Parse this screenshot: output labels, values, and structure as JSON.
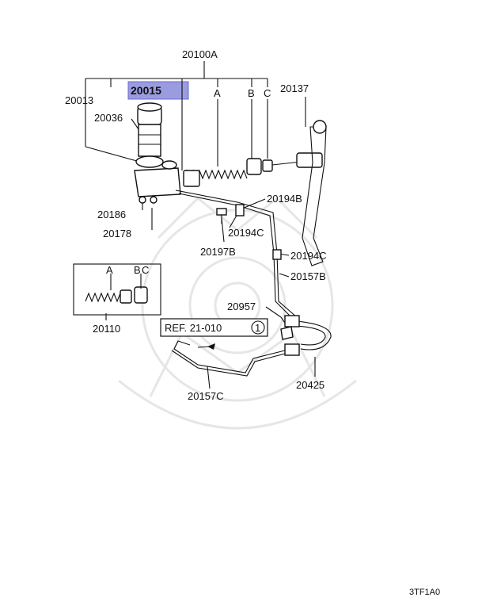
{
  "diagram": {
    "colors": {
      "highlight": "#9b9ce0",
      "ink": "#111111",
      "watermark": "#e6e6e6"
    },
    "labels": {
      "assembly": "20100A",
      "reservoir_cap": "20015",
      "body": "20013",
      "reservoir": "20036",
      "a_top": "A",
      "b_top": "B",
      "c_top": "C",
      "pushrod": "20137",
      "nut": "20186",
      "washer": "20178",
      "clamp_upper": "20194B",
      "clamp_mid": "20194C",
      "clamp_right": "20194C",
      "bolt": "20197B",
      "pipe_b": "20157B",
      "kit": "20110",
      "kit_a": "A",
      "kit_b": "B",
      "kit_c": "C",
      "bracket_clip": "20957",
      "ref_text": "REF. 21-010",
      "ref_circle": "1",
      "hose": "20425",
      "pipe_c": "20157C",
      "figure_code": "3TF1A0"
    }
  }
}
